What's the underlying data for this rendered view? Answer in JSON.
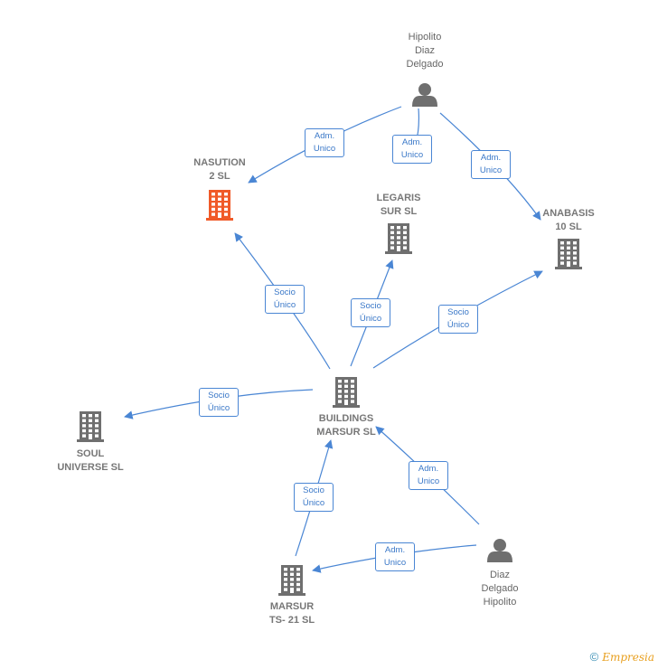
{
  "nodes": [
    {
      "id": "hipolito_top",
      "kind": "person",
      "label": "Hipolito\nDiaz\nDelgado",
      "color": "#6f6f6f"
    },
    {
      "id": "nasution",
      "kind": "company",
      "label": "NASUTION\n2  SL",
      "color": "#f05a28"
    },
    {
      "id": "legaris",
      "kind": "company",
      "label": "LEGARIS\nSUR  SL",
      "color": "#6f6f6f"
    },
    {
      "id": "anabasis",
      "kind": "company",
      "label": "ANABASIS\n10  SL",
      "color": "#6f6f6f"
    },
    {
      "id": "buildings",
      "kind": "company",
      "label": "BUILDINGS\nMARSUR  SL",
      "color": "#6f6f6f"
    },
    {
      "id": "soul",
      "kind": "company",
      "label": "SOUL\nUNIVERSE  SL",
      "color": "#6f6f6f"
    },
    {
      "id": "marsur",
      "kind": "company",
      "label": "MARSUR\nTS- 21 SL",
      "color": "#6f6f6f"
    },
    {
      "id": "diaz_bottom",
      "kind": "person",
      "label": "Diaz\nDelgado\nHipolito",
      "color": "#6f6f6f"
    }
  ],
  "edges": [
    {
      "from": "hipolito_top",
      "to": "nasution",
      "label": "Adm.\nUnico"
    },
    {
      "from": "hipolito_top",
      "to": "legaris",
      "label": "Adm.\nUnico"
    },
    {
      "from": "hipolito_top",
      "to": "anabasis",
      "label": "Adm.\nUnico"
    },
    {
      "from": "buildings",
      "to": "nasution",
      "label": "Socio\nÚnico"
    },
    {
      "from": "buildings",
      "to": "legaris",
      "label": "Socio\nÚnico"
    },
    {
      "from": "buildings",
      "to": "anabasis",
      "label": "Socio\nÚnico"
    },
    {
      "from": "buildings",
      "to": "soul",
      "label": "Socio\nÚnico"
    },
    {
      "from": "marsur",
      "to": "buildings",
      "label": "Socio\nÚnico"
    },
    {
      "from": "diaz_bottom",
      "to": "buildings",
      "label": "Adm.\nUnico"
    },
    {
      "from": "diaz_bottom",
      "to": "marsur",
      "label": "Adm.\nUnico"
    }
  ],
  "colors": {
    "edge": "#4a86d4",
    "company": "#6f6f6f",
    "highlight": "#f05a28"
  },
  "footer": {
    "copyright": "©",
    "brand": "Empresia"
  }
}
